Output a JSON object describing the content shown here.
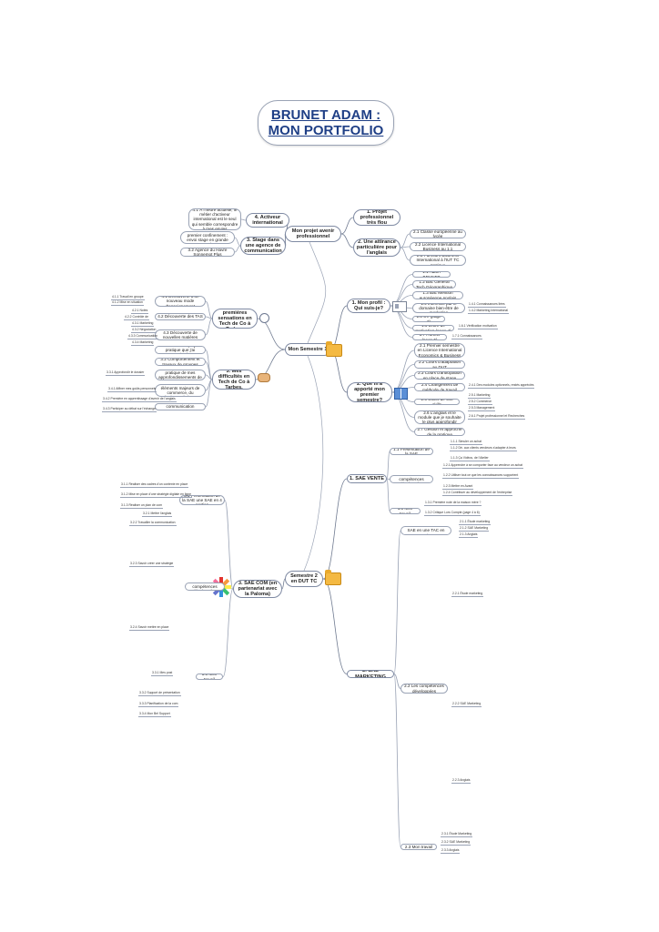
{
  "title": "BRUNET ADAM : MON PORTFOLIO",
  "top": {
    "center": "Mon projet avenir professionnel",
    "b1": "1. Projet professionnel très flou",
    "b2": "2. Une attirance particulière pour l'anglais",
    "b2_leaves": [
      "2.1 Classe européenne au lycée",
      "2.2 Licence International Business au 1.1",
      "2.3 Parcours Business International à l'IUT TC pratique"
    ],
    "b3": "3. Stage dans une agence de communication",
    "b3_leaves": [
      "3.1 Au moment du premier confinement : envoi stage en grande entreprises",
      "3.2 Agence du Havre Sonnemot Plus"
    ],
    "b4": "4. Activeur international",
    "b4_leaves": [
      "4.1 À l'heure actuelle, le métier d'activeur international est le seul qui semble correspondre à mes envies"
    ]
  },
  "s1": {
    "center": "Mon Semestre 1",
    "b1": "1. Mon profil : Qui suis-je?",
    "b1_leaves": [
      "1.1 Adam BRUNET",
      "1.2 Bac Général Tech Géographique",
      "1.3 Bac Mention européenne Anglais",
      "1.4 Intéressé par le domaine bien-être de marketing",
      "1.5 CV (page 3)",
      "1.6 Lettre de motivation (page 4)",
      "1.7 HMOW (page 5)"
    ],
    "b1_sub": [
      "1.4.1 Connaissances liées",
      "1.4.2 Marketing International",
      "1.6.1 Vérification motivation",
      "1.7.1 Connaissances"
    ],
    "b2": "2. Que m'a apporté mon premier semestre?",
    "b2_leaves": [
      "2.1 Premier semestre en Licence International Economics & Business",
      "2.2 Cours d'adaptation au DUT",
      "2.3 Cours d'anticipation en place de stage",
      "2.4 Changement de méthode de travail",
      "2.5 Cours de soft skills",
      "2.6 L'anglais et le module que je souhaite le plus approfondir",
      "2.7 Gestion et approche de la pratique"
    ],
    "b2_sub": [
      "2.4.1 Des modules optionnels, restés appréciés",
      "2.5.1 Marketing",
      "2.5.2 Commerce",
      "2.5.3 Management",
      "2.6.1 Projet professionnel et Recherches"
    ],
    "b3": "3. Mes difficultés en Tech de Co à Tarbes.",
    "b3_leaves": [
      "3.1 Voici mon projet pratique que j'ai pratiqué",
      "3.2 Comportement et travaux de groupes",
      "3.3 Une mise en pratique de mes approfondissements de stage",
      "3.4 Découvert des éléments majeurs de commerce, du marketing et de la vente",
      "3.5 Mon rôle à la communication internationale"
    ],
    "b3_sub": [
      "3.3.1 Approfondir le dossier",
      "3.4.1 Affiner mes goûts personnels",
      "3.4.2 Première en apprentissage d'avenir de l'anglais",
      "3.4.3 Participer au débat sur l'échange"
    ],
    "b4": "4. Mes premières sensations en Tech de Co à Tarbes.",
    "b4_leaves": [
      "4.1 Découverte d'un nouveau mode d'enseignement",
      "4.2 Découverte des TAS",
      "4.3 Découverte de nouvelles matières"
    ],
    "b4_sub": [
      "4.1.1 Travail en groupe",
      "4.1.2 Mise en situation",
      "4.2.1 Notes",
      "4.2.2 Contrôle de",
      "4.3.1 Marketing",
      "4.3.2 Négociation",
      "4.3.3 Communication",
      "4.3.4 Marketing"
    ]
  },
  "s2": {
    "center": "Semestre 2 en DUT TC",
    "b1": "1. SAE VENTE",
    "b1_leaves": [
      "1.1 Présentation de la SAE",
      "1.2 Les compétences développées",
      "1.3 Mon travail"
    ],
    "b1_sub": [
      "1.1.1 Simuler un achat",
      "1.1.2 Dé- aux clients vendeurs s'adapter à leurs",
      "1.1.3 Ça Vidéos, de l'Atelier",
      "1.2.1 Apprendre à se comporter face au vendeur un achat",
      "1.2.2 Utiliser tout ce que les connaissances supportent",
      "1.2.3 Mettre en Avant",
      "1.2.4 Contribuer au développement de l'entreprise",
      "1.3.1 Première note de la maison mère ?",
      "1.3.2 Critique Lors Compte (page 4 à 6)"
    ],
    "b2": "2. SAE MARKETING",
    "b2_leaves": [
      "2.1 Présentation de la SAE en une TAC en Sorciers",
      "2.2 Les compétences développées",
      "2.3 Mon travail"
    ],
    "b2_sub": [
      "2.1.1 Étude marketing",
      "2.1.2 SAE Marketing",
      "2.1.3 Anglais",
      "2.2.1 Étude marketing",
      "2.2.2 SAE Marketing",
      "2.2.3 Anglais",
      "2.3.1 Étude Marketing",
      "2.3.2 SAE Marketing",
      "2.3.3 Anglais"
    ],
    "b3": "3. SAE COM (en partenariat avec la Paloma)",
    "b3_leaves": [
      "3.1 Présentation de la SAE une SAE en 4 parties",
      "3.2 Les compétences développées",
      "3.3 Mon travail"
    ],
    "b3_sub": [
      "3.1.1 Réaliser des cadres d'un contexte en place",
      "3.1.2 Mise en place d'une stratégie digitale en ligne",
      "3.1.3 Réaliser un plan de com",
      "3.2.1 Mettre l'anglais",
      "3.2.2 Travailler la communication",
      "3.2.3 Savoir créer une stratégie",
      "3.2.4 Savoir mettre en place",
      "3.3.1 Mes post",
      "3.3.2 Support de présentation",
      "3.3.3 Planification de la com",
      "3.3.4 Mon Bel Support"
    ]
  },
  "icons": [
    "folder-icon",
    "profile-card-icon",
    "book-icon",
    "clock-icon",
    "handshake-icon",
    "star-logo-icon"
  ]
}
